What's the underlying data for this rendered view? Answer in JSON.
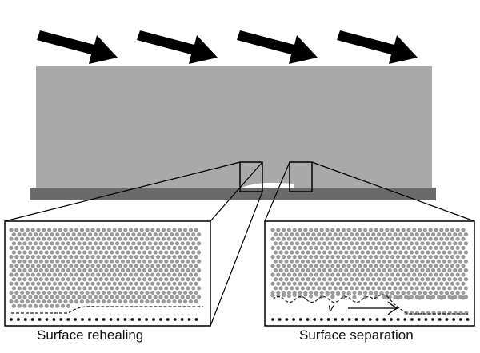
{
  "labels": {
    "left_panel": "Surface rehealing",
    "right_panel": "Surface separation",
    "velocity": "v"
  },
  "colors": {
    "block": "#a9a9a9",
    "substrate": "#6a6a6a",
    "atom": "#9a9a9a",
    "substrate_atom": "#111111"
  }
}
